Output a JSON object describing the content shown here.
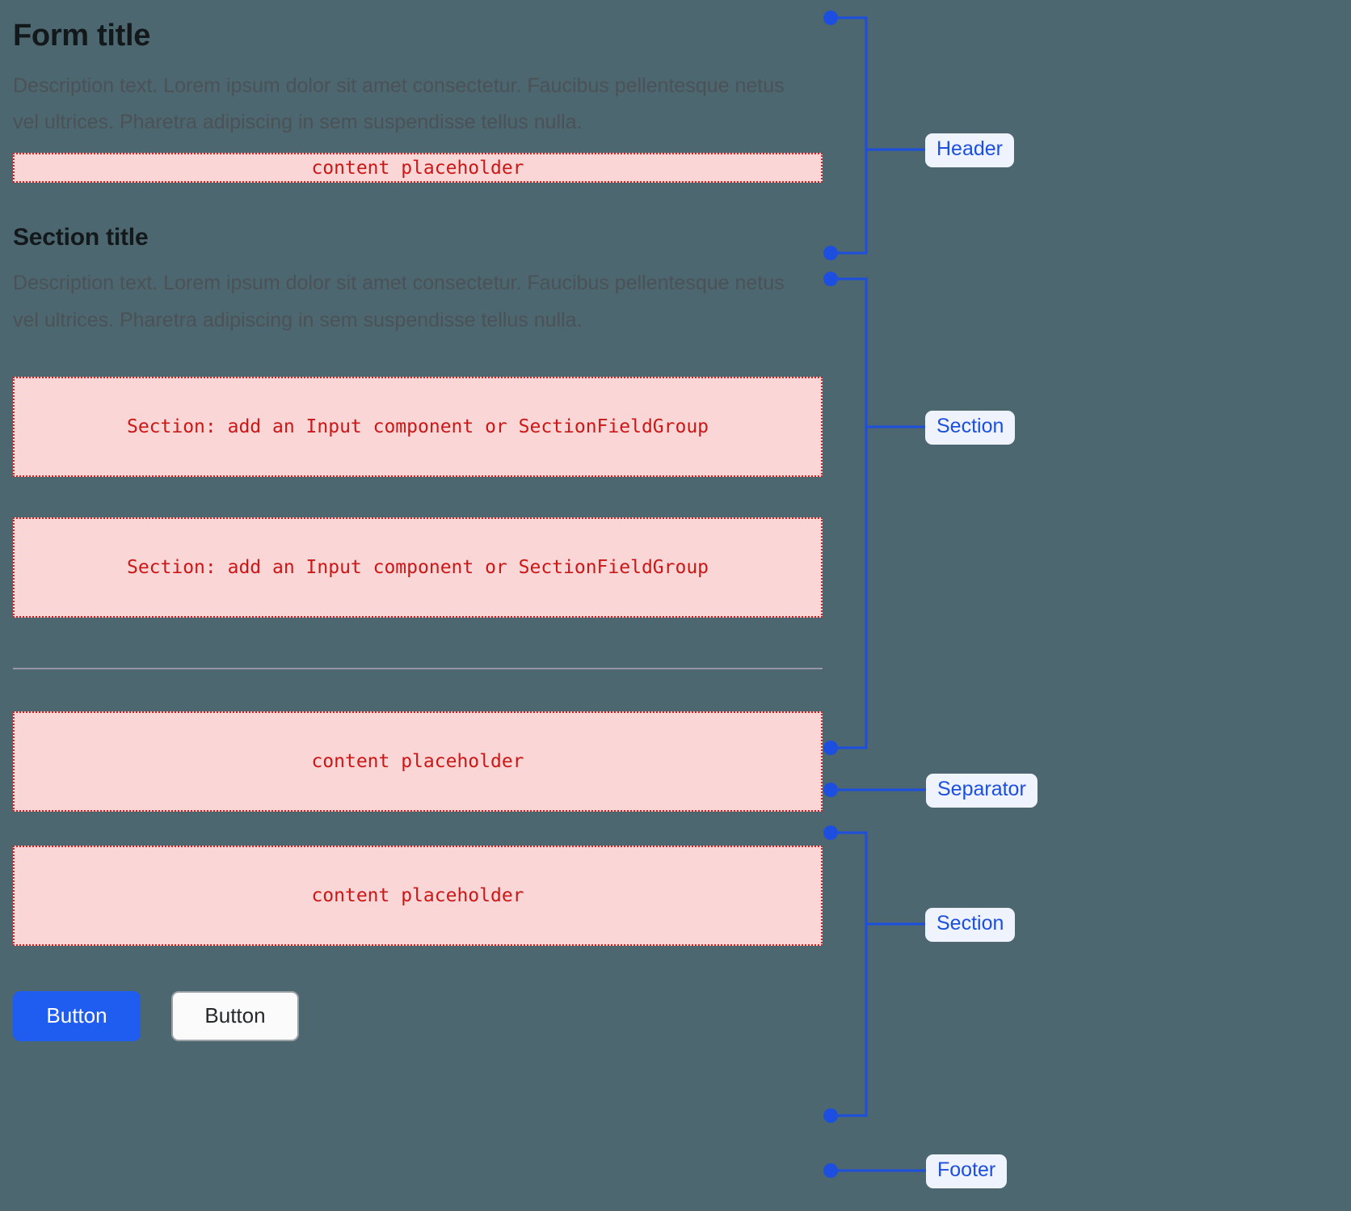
{
  "theme": {
    "background": "#4c676f",
    "accent_blue": "#1c4fe0",
    "badge_bg": "#eef3fe",
    "placeholder_bg": "#fbd6d6",
    "placeholder_border": "#d92020",
    "placeholder_text": "#cc1717",
    "separator": "#a79eb4",
    "title_color": "#13181b",
    "description_color": "#4b5257"
  },
  "header": {
    "title": "Form title",
    "description": "Description text. Lorem ipsum dolor sit amet consectetur. Faucibus pellentesque netus vel ultrices. Pharetra adipiscing in sem suspendisse tellus nulla.",
    "placeholder": "content placeholder"
  },
  "section": {
    "title": "Section title",
    "description": "Description text. Lorem ipsum dolor sit amet consectetur. Faucibus pellentesque netus vel ultrices. Pharetra adipiscing in sem suspendisse tellus nulla.",
    "placeholder_1": "Section: add an Input component or SectionFieldGroup",
    "placeholder_2": "Section: add an Input component or SectionFieldGroup"
  },
  "second_section": {
    "placeholder_1": "content placeholder",
    "placeholder_2": "content placeholder"
  },
  "footer": {
    "primary_button": "Button",
    "secondary_button": "Button"
  },
  "annotations": {
    "header": "Header",
    "section": "Section",
    "separator": "Separator",
    "section_2": "Section",
    "footer": "Footer"
  }
}
